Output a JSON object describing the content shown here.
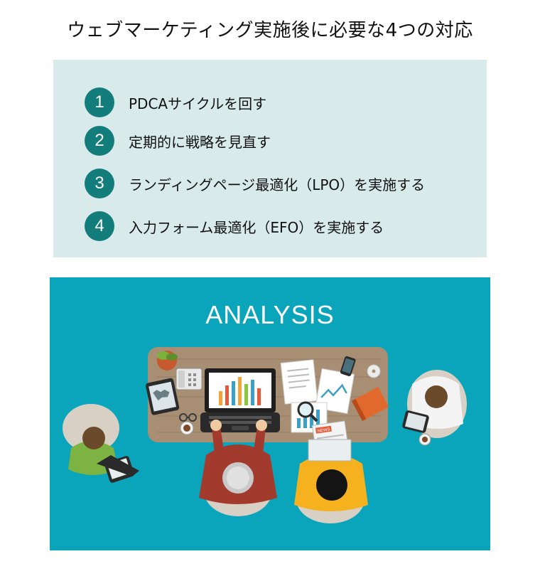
{
  "title": "ウェブマーケティング実施後に必要な4つの対応",
  "steps": [
    {
      "num": "1",
      "label": "PDCAサイクルを回す"
    },
    {
      "num": "2",
      "label": "定期的に戦略を見直す"
    },
    {
      "num": "3",
      "label": "ランディングページ最適化（LPO）を実施する"
    },
    {
      "num": "4",
      "label": "入力フォーム最適化（EFO）を実施する"
    }
  ],
  "illustration": {
    "heading": "ANALYSIS",
    "newspaper_label": "NEWS",
    "colors": {
      "background": "#0aa5bb",
      "table": "#a88f73",
      "step_circle": "#127d7b",
      "box": "#d8ebea"
    }
  }
}
